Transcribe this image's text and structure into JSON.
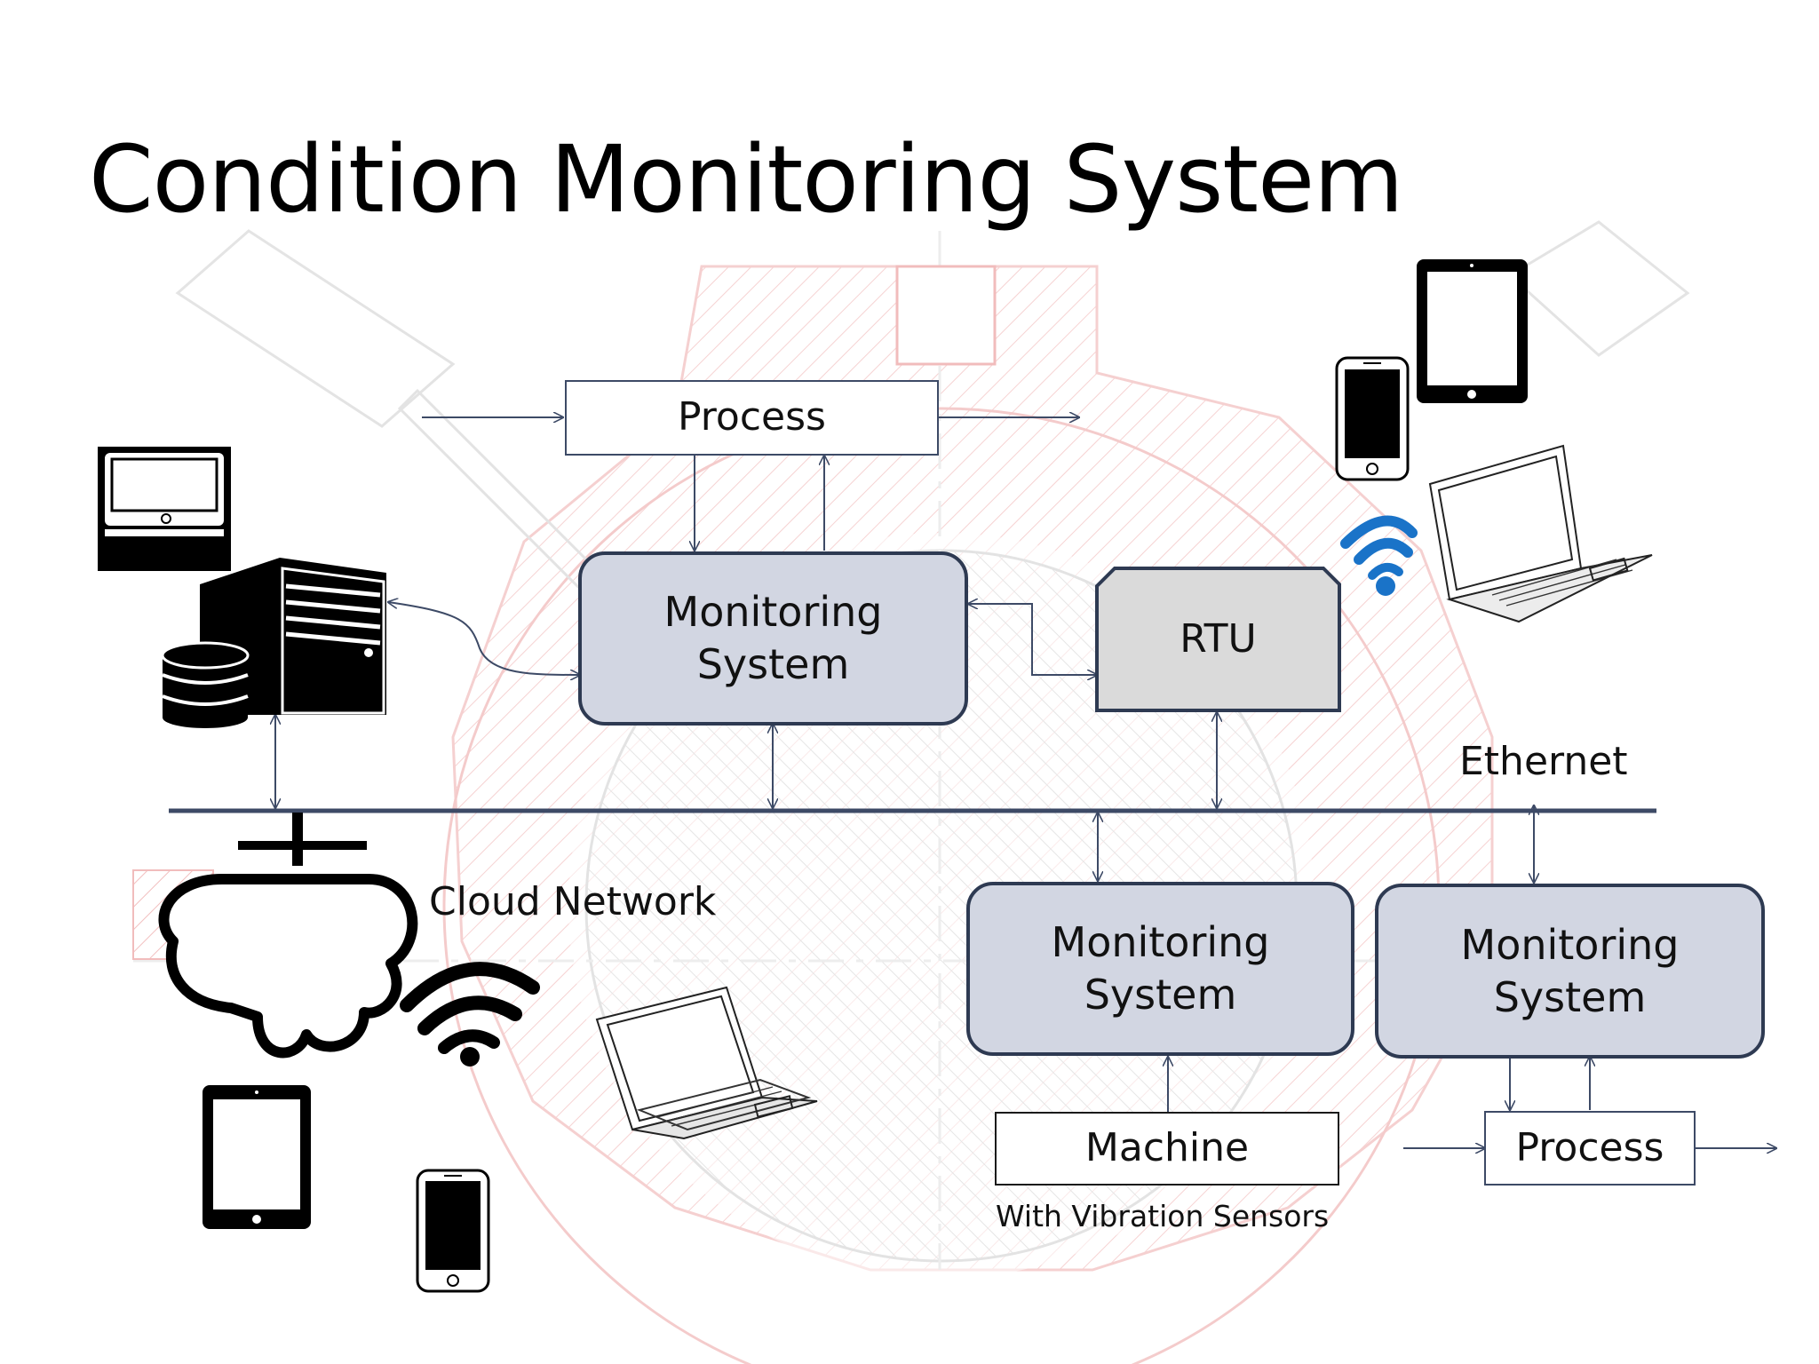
{
  "title": "Condition Monitoring System",
  "nodes": {
    "process_top": "Process",
    "monitoring_main": [
      "Monitoring",
      "System"
    ],
    "rtu": "RTU",
    "ethernet": "Ethernet",
    "cloud_network": "Cloud Network",
    "monitoring_mid": [
      "Monitoring",
      "System"
    ],
    "monitoring_right": [
      "Monitoring",
      "System"
    ],
    "machine": "Machine",
    "machine_caption": "With Vibration Sensors",
    "process_bottom": "Process"
  },
  "colors": {
    "box_fill": "#d2d6e2",
    "box_stroke": "#2e3a52",
    "line": "#3d4a66",
    "wifi_blue": "#1a73c8"
  },
  "icons": [
    "laptop-icon",
    "server-icon",
    "database-icon",
    "tablet-icon",
    "smartphone-icon",
    "wifi-icon",
    "cloud-icon"
  ]
}
